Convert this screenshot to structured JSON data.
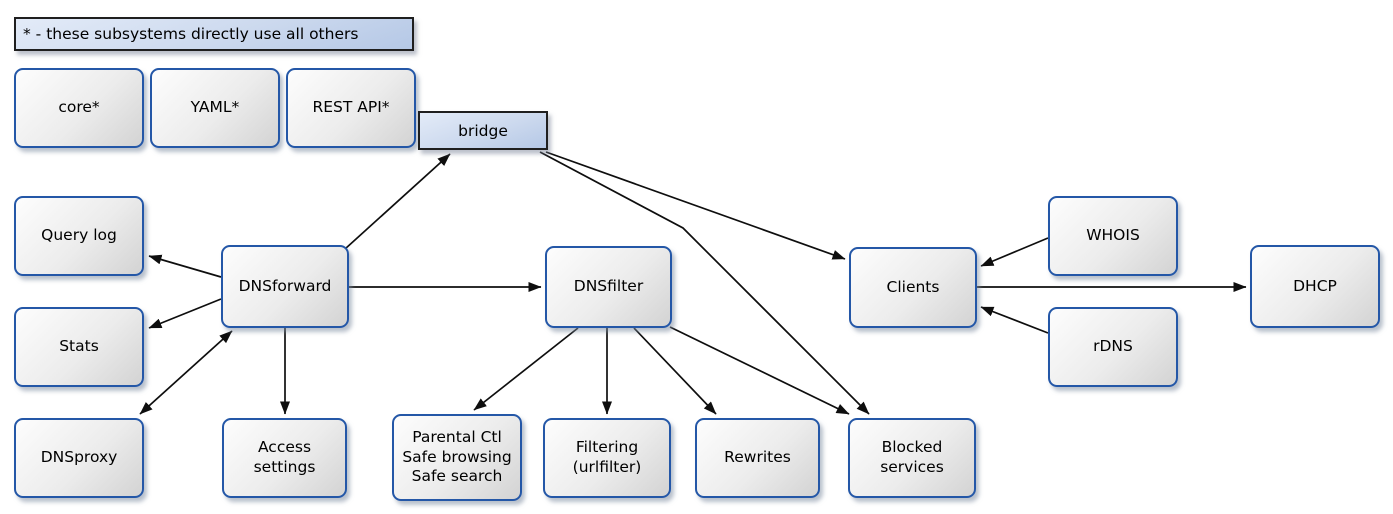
{
  "diagram": {
    "legend": {
      "label": "* - these subsystems directly use all others"
    },
    "nodes": {
      "core": {
        "label": "core*"
      },
      "yaml": {
        "label": "YAML*"
      },
      "rest_api": {
        "label": "REST API*"
      },
      "bridge": {
        "label": "bridge"
      },
      "query_log": {
        "label": "Query log"
      },
      "stats": {
        "label": "Stats"
      },
      "dnsproxy": {
        "label": "DNSproxy"
      },
      "dnsforward": {
        "label": "DNSforward"
      },
      "access_settings": {
        "label": "Access\nsettings"
      },
      "dnsfilter": {
        "label": "DNSfilter"
      },
      "parental": {
        "label": "Parental Ctl\nSafe browsing\nSafe search"
      },
      "filtering": {
        "label": "Filtering\n(urlfilter)"
      },
      "rewrites": {
        "label": "Rewrites"
      },
      "blocked_services": {
        "label": "Blocked\nservices"
      },
      "clients": {
        "label": "Clients"
      },
      "whois": {
        "label": "WHOIS"
      },
      "rdns": {
        "label": "rDNS"
      },
      "dhcp": {
        "label": "DHCP"
      }
    },
    "edges": [
      {
        "from": "DNSforward",
        "to": "bridge",
        "arrow": "forward"
      },
      {
        "from": "bridge",
        "to": "Clients",
        "arrow": "forward"
      },
      {
        "from": "bridge",
        "to": "Blocked services",
        "arrow": "forward"
      },
      {
        "from": "DNSforward",
        "to": "Query log",
        "arrow": "forward"
      },
      {
        "from": "DNSforward",
        "to": "Stats",
        "arrow": "forward"
      },
      {
        "from": "DNSforward",
        "to": "DNSproxy",
        "arrow": "both"
      },
      {
        "from": "DNSforward",
        "to": "Access settings",
        "arrow": "forward"
      },
      {
        "from": "DNSforward",
        "to": "DNSfilter",
        "arrow": "forward"
      },
      {
        "from": "DNSfilter",
        "to": "Parental Ctl Safe browsing Safe search",
        "arrow": "forward"
      },
      {
        "from": "DNSfilter",
        "to": "Filtering (urlfilter)",
        "arrow": "forward"
      },
      {
        "from": "DNSfilter",
        "to": "Rewrites",
        "arrow": "forward"
      },
      {
        "from": "DNSfilter",
        "to": "Blocked services",
        "arrow": "forward"
      },
      {
        "from": "WHOIS",
        "to": "Clients",
        "arrow": "forward"
      },
      {
        "from": "rDNS",
        "to": "Clients",
        "arrow": "forward"
      },
      {
        "from": "Clients",
        "to": "DHCP",
        "arrow": "forward"
      }
    ],
    "colors": {
      "node_border": "#2457a7",
      "node_fill_light": "#fdfdfd",
      "node_fill_dark": "#d3d3d3",
      "accent_fill_light": "#e3ebf8",
      "accent_fill_dark": "#b5c8e6",
      "accent_border": "#1f1f1f",
      "arrow": "#0e0e0e",
      "background": "#ffffff"
    }
  }
}
